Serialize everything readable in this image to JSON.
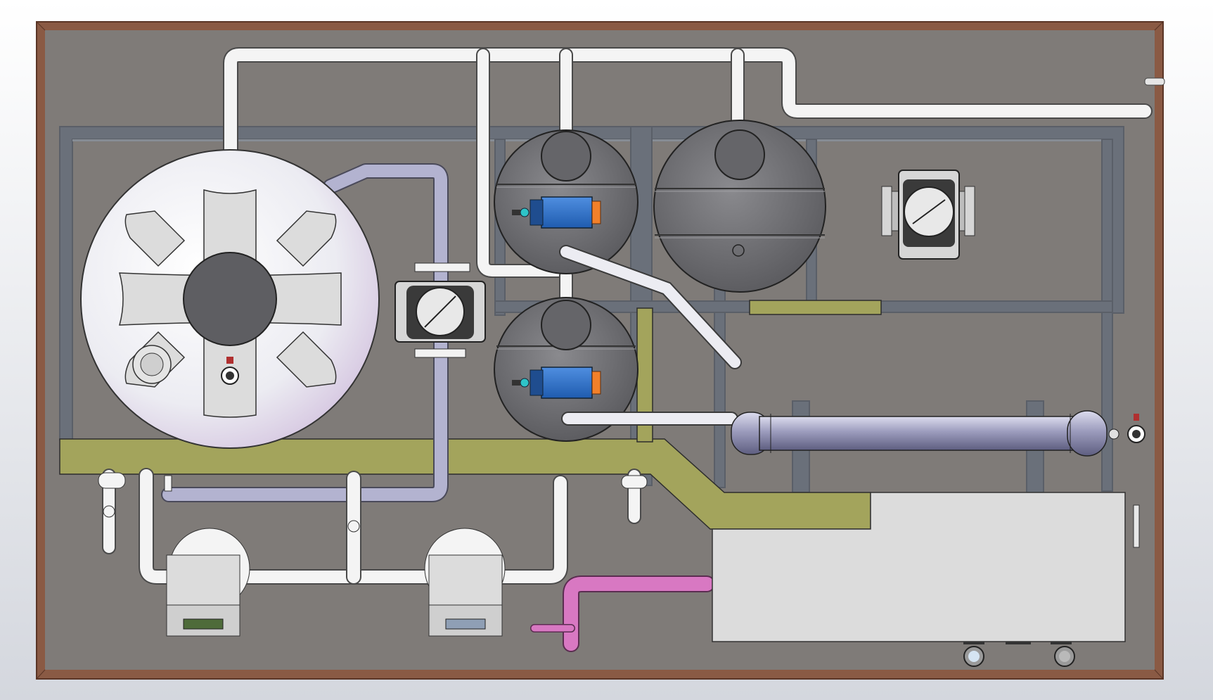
{
  "view": {
    "kind": "3D CAD top view of a skid-mounted process system",
    "background": "#eef0f4",
    "colors": {
      "frame_border": "#7b4a36",
      "base_plate": "#7f7b78",
      "steel_frame": "#666d77",
      "pipe_white": "#f2f2f2",
      "pipe_lavender": "#b3b3d0",
      "pipe_pink": "#d878c2",
      "walkway": "#a3a45c",
      "big_tank": "#ebebf0",
      "small_tank": "#7b7b7f",
      "motor_blue": "#2f71c7",
      "motor_orange": "#f2802a",
      "control_panel": "#dcdcdc"
    }
  },
  "components": {
    "main_tank": {
      "name": "large-storage-tank",
      "features": [
        "center-manway",
        "cross-plate",
        "four-lobes",
        "sight-valve",
        "nozzle"
      ]
    },
    "small_tanks": [
      {
        "name": "small-tank-1",
        "has_agitator": true
      },
      {
        "name": "small-tank-2",
        "has_agitator": false
      },
      {
        "name": "small-tank-3",
        "has_agitator": true
      }
    ],
    "valves": [
      "butterfly-valve-left",
      "butterfly-valve-right"
    ],
    "heat_exchanger": {
      "name": "tubular-heat-exchanger"
    },
    "pump_units": [
      "pump-unit-1",
      "pump-unit-2"
    ],
    "control_cabinet": {
      "name": "control-cabinet"
    },
    "walkway": {
      "name": "walkway-platform"
    }
  }
}
